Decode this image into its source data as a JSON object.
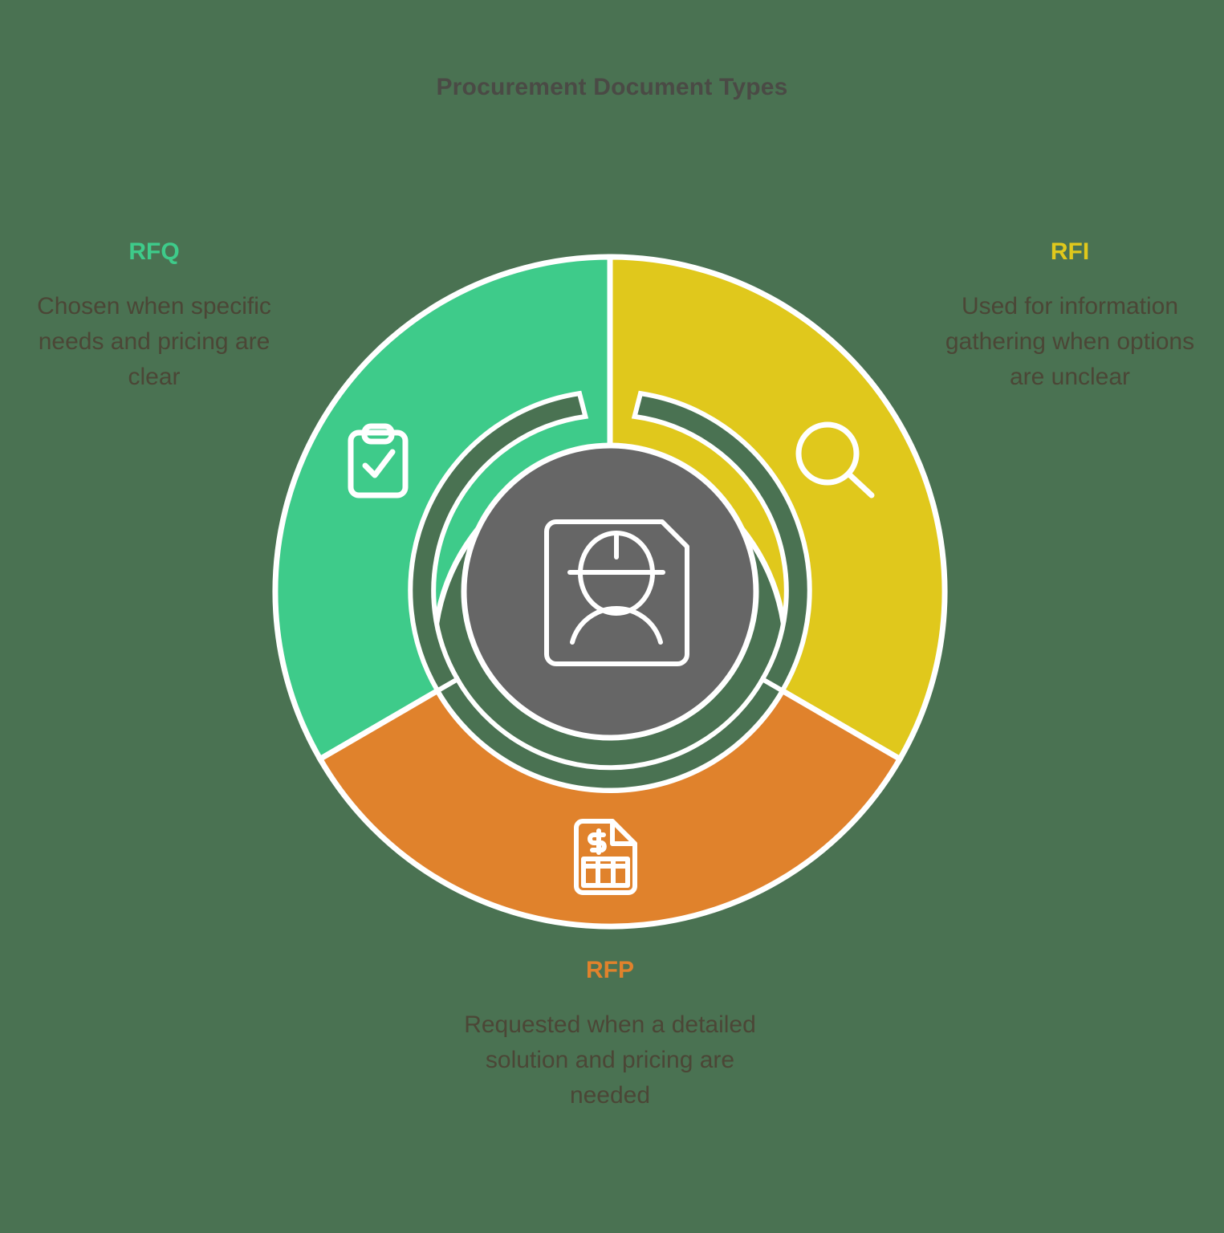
{
  "title": "Procurement Document Types",
  "background_color": "#4a7252",
  "center": {
    "icon": "id-card-person-hardhat-icon",
    "fill_color": "#666666",
    "stroke_color": "#ffffff"
  },
  "segments": [
    {
      "id": "rfq",
      "label": "RFQ",
      "description": "Chosen when specific needs and pricing are clear",
      "color": "#3ecb8a",
      "icon": "clipboard-check-icon",
      "position": "left"
    },
    {
      "id": "rfi",
      "label": "RFI",
      "description": "Used for information gathering when options are unclear",
      "color": "#e0c81c",
      "icon": "magnifying-glass-icon",
      "position": "right"
    },
    {
      "id": "rfp",
      "label": "RFP",
      "description": "Requested when a detailed solution and pricing are needed",
      "color": "#e0822c",
      "icon": "invoice-dollar-icon",
      "position": "bottom"
    }
  ],
  "chart_data": {
    "type": "pie",
    "title": "Procurement Document Types",
    "categories": [
      "RFQ",
      "RFI",
      "RFP"
    ],
    "values": [
      33.33,
      33.33,
      33.33
    ],
    "colors": [
      "#3ecb8a",
      "#e0c81c",
      "#e0822c"
    ],
    "legend": "labels placed around the ring",
    "xlabel": "",
    "ylabel": ""
  }
}
